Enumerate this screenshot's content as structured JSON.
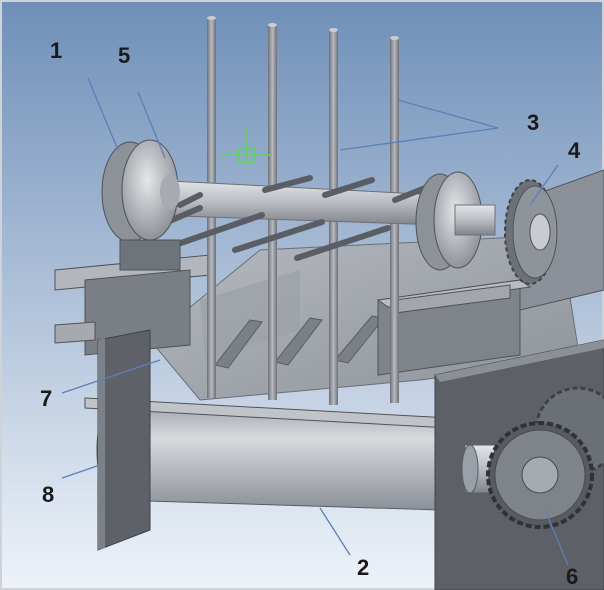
{
  "figure": {
    "kind": "3D mechanical CAD rendering",
    "colors": {
      "sky_top": "#6f8fb8",
      "sky_bottom": "#eef3f9",
      "metal_light": "#c9ccd2",
      "metal_mid": "#9ea3ab",
      "metal_dark": "#55595f",
      "leader_line": "#5b7fb8",
      "label_text": "#1a1a1a"
    },
    "callouts": [
      {
        "id": "c1",
        "text": "1"
      },
      {
        "id": "c2",
        "text": "5"
      },
      {
        "id": "c3",
        "text": "3"
      },
      {
        "id": "c4",
        "text": "4"
      },
      {
        "id": "c5",
        "text": "7"
      },
      {
        "id": "c6",
        "text": "8"
      },
      {
        "id": "c7",
        "text": "2"
      },
      {
        "id": "c8",
        "text": "6"
      }
    ]
  }
}
